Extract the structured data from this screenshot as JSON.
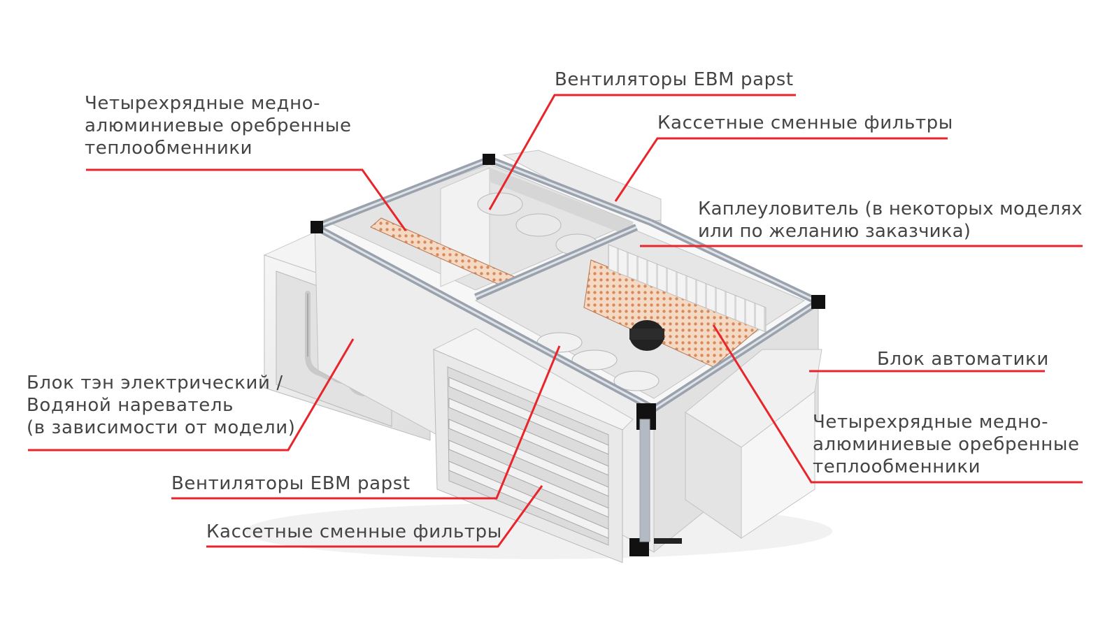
{
  "colors": {
    "leader": "#e8252b",
    "text": "#444444",
    "frame": "#aab0bb",
    "panel": "#eeeeee",
    "coil": "#d98a5a"
  },
  "icons": {
    "unit": "air-handling-unit-illustration"
  },
  "labels": {
    "hex_top": [
      "Четырехрядные медно-",
      "алюминиевые оребренные",
      "теплообменники"
    ],
    "fans_top": [
      "Вентиляторы EBM papst"
    ],
    "filters_top": [
      "Кассетные сменные фильтры"
    ],
    "droplet": [
      "Каплеуловитель (в некоторых моделях",
      "или по желанию заказчика)"
    ],
    "automation": [
      "Блок автоматики"
    ],
    "hex_right": [
      "Четырехрядные медно-",
      "алюминиевые оребренные",
      "теплообменники"
    ],
    "heater": [
      "Блок тэн электрический /",
      "Водяной нареватель",
      "(в зависимости от модели)"
    ],
    "fans_bottom": [
      "Вентиляторы EBM papst"
    ],
    "filters_bottom": [
      "Кассетные сменные фильтры"
    ]
  }
}
